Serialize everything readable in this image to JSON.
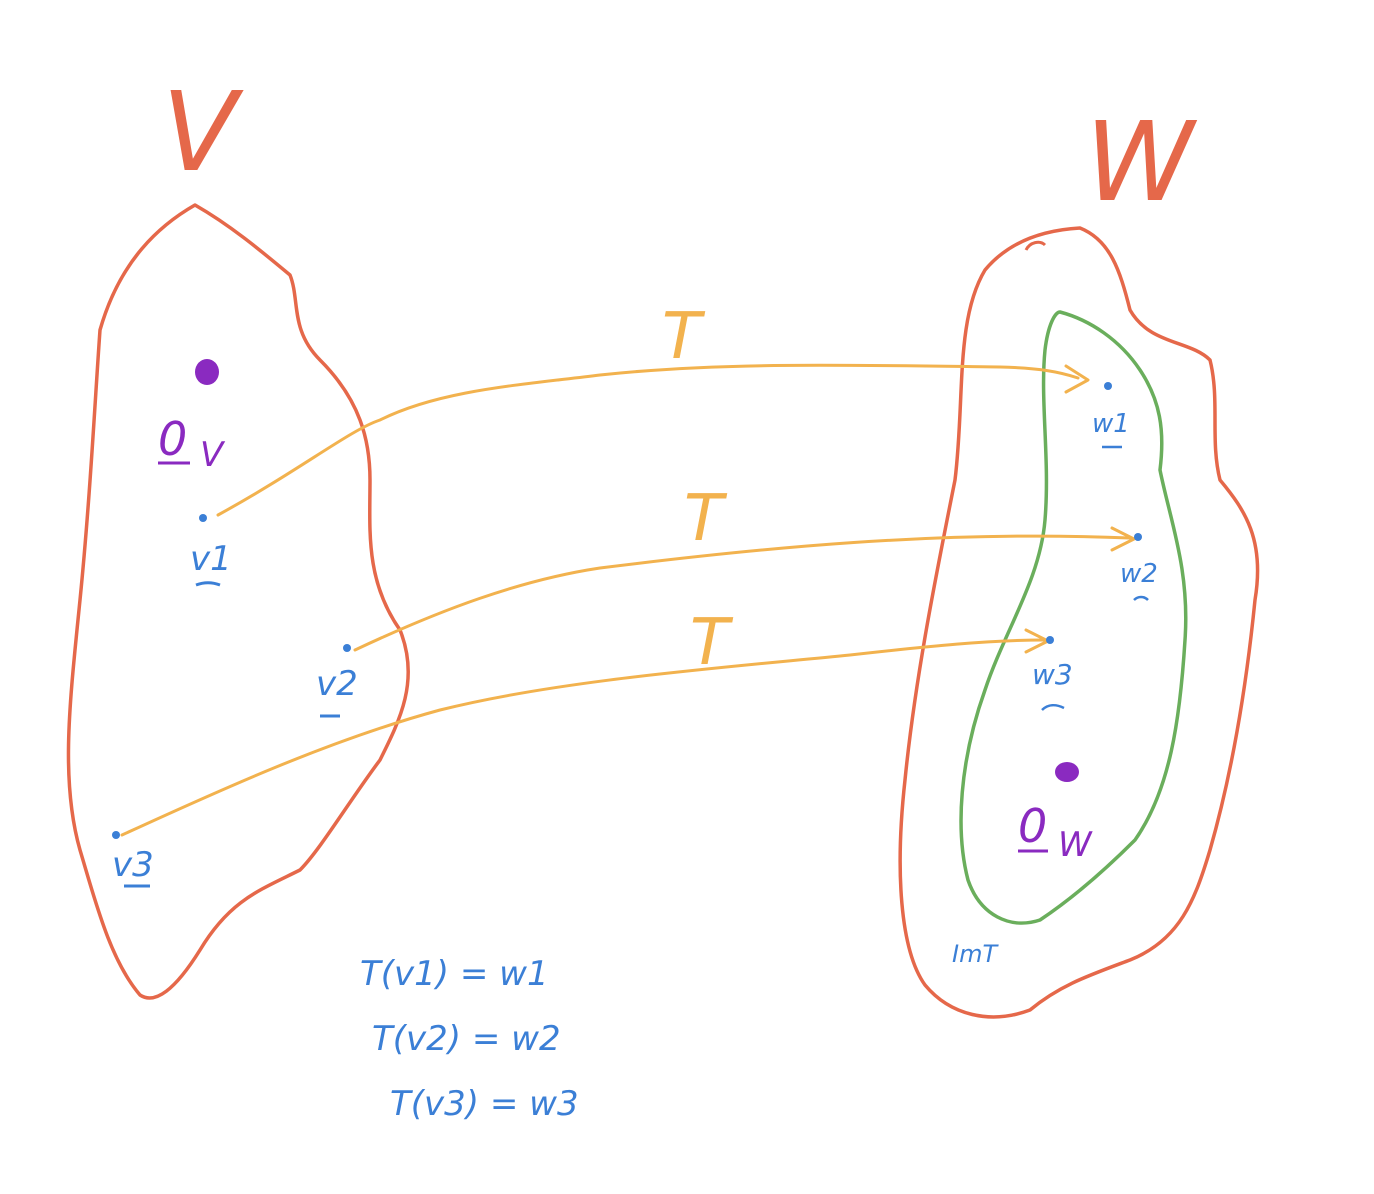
{
  "diagram": {
    "domain_label": "V",
    "codomain_label": "W",
    "map_label": "T",
    "image_label": "ImT",
    "zero_domain": {
      "main": "0",
      "sub": "V"
    },
    "zero_codomain": {
      "main": "0",
      "sub": "W"
    },
    "domain_points": [
      "v1",
      "v2",
      "v3"
    ],
    "codomain_points": [
      "w1",
      "w2",
      "w3"
    ],
    "equations": [
      "T(v1) = w1",
      "T(v2) = w2",
      "T(v3) = w3"
    ],
    "colors": {
      "set_outline": "#e5684a",
      "image_outline": "#6aae5c",
      "arrow": "#f2b24e",
      "vector": "#3b7fd6",
      "zero": "#8a2ac0",
      "background": "#ffffff"
    }
  }
}
